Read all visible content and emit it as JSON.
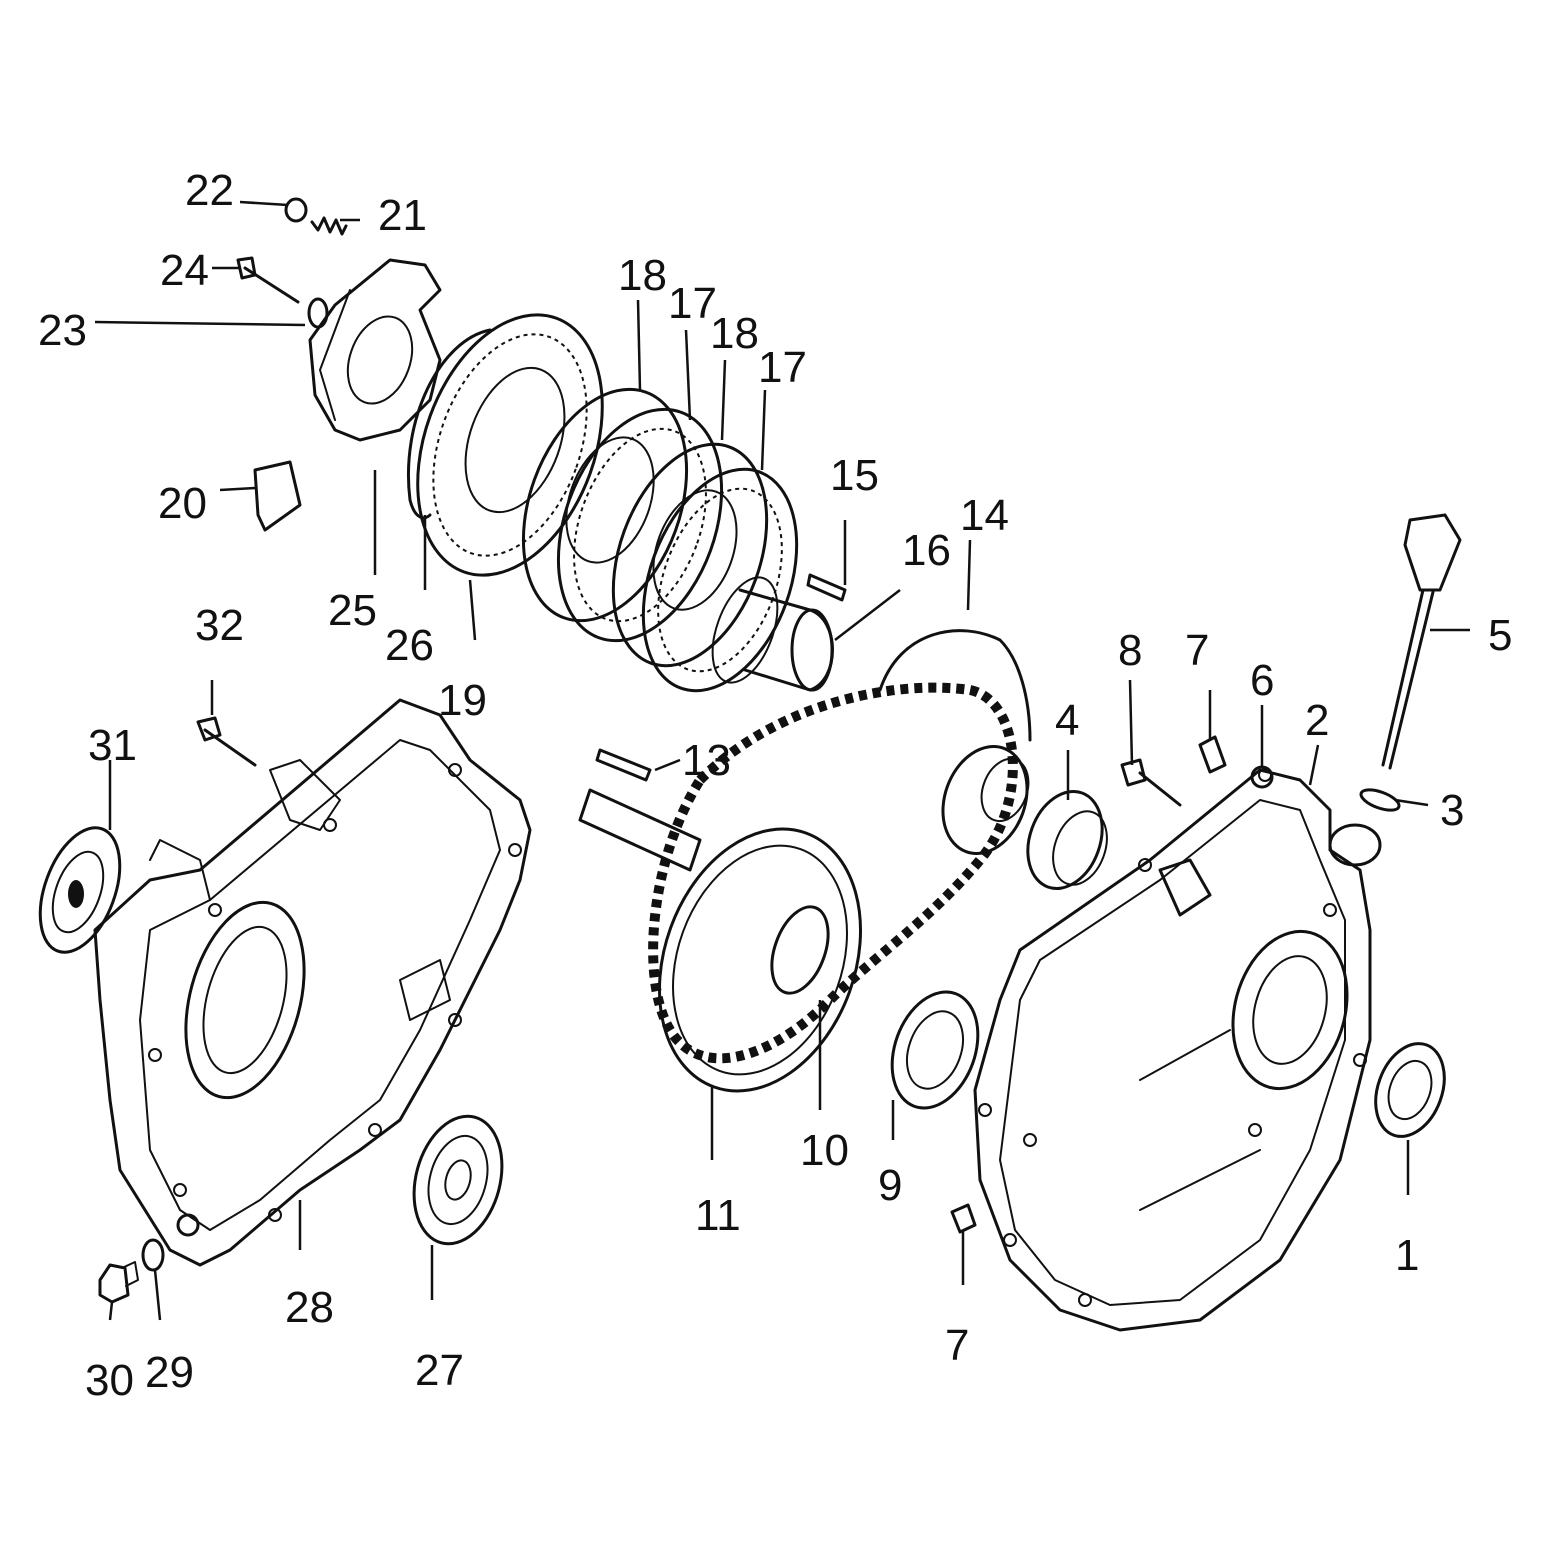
{
  "callouts": {
    "c1": "1",
    "c2": "2",
    "c3": "3",
    "c4": "4",
    "c5": "5",
    "c6": "6",
    "c7a": "7",
    "c7b": "7",
    "c8": "8",
    "c9": "9",
    "c10": "10",
    "c11": "11",
    "c13": "13",
    "c14": "14",
    "c15": "15",
    "c16": "16",
    "c17a": "17",
    "c17b": "17",
    "c18a": "18",
    "c18b": "18",
    "c19": "19",
    "c20": "20",
    "c21": "21",
    "c22": "22",
    "c23": "23",
    "c24": "24",
    "c25": "25",
    "c26": "26",
    "c27": "27",
    "c28": "28",
    "c29": "29",
    "c30": "30",
    "c31": "31",
    "c32": "32"
  }
}
